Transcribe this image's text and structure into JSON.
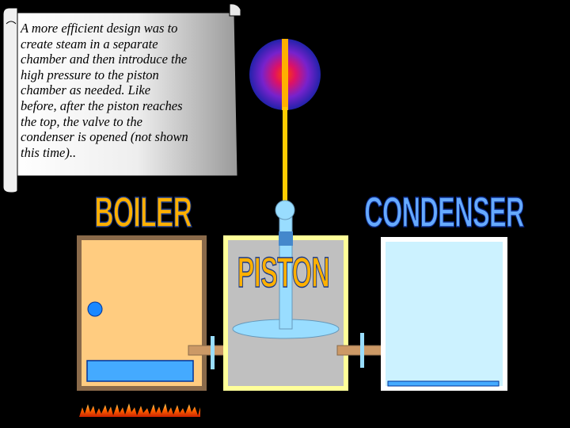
{
  "caption": {
    "lines": [
      "A more efficient design was to",
      "create steam in a separate",
      "chamber and then introduce the",
      "high pressure to the piston",
      "chamber as needed.  Like",
      "before, after the piston reaches",
      "the top, the valve to the",
      "condenser is opened (not shown",
      "this time).."
    ]
  },
  "labels": {
    "boiler": "BOILER",
    "piston": "PISTON",
    "condenser": "CONDENSER"
  },
  "colors": {
    "boiler_fill": "#ffcc80",
    "boiler_border": "#8a6a4a",
    "piston_fill": "#c0c0c0",
    "piston_border": "#ffff99",
    "condenser_fill": "#ccf2ff",
    "condenser_border": "#6699cc",
    "water": "#44aaff",
    "pipe": "#cc9966",
    "rod": "#99ddff"
  }
}
